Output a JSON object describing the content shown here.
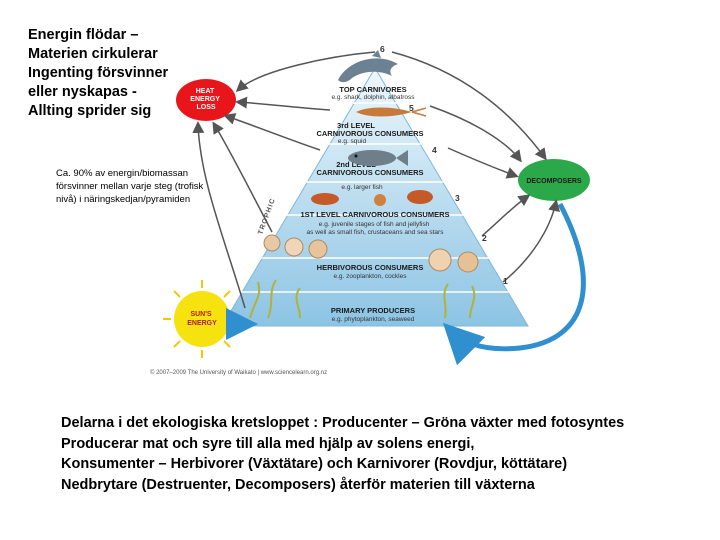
{
  "heading": "Energin flödar –\nMaterien cirkulerar\nIngenting försvinner\neller nyskapas -\nAllting sprider sig",
  "note": "Ca. 90% av energin/biomassan\nförsvinner mellan varje steg (trofisk\nnivå) i näringskedjan/pyramiden",
  "diagram": {
    "heat_loss": "HEAT\nENERGY\nLOSS",
    "decomposers": "DECOMPOSERS",
    "sun": "SUN'S\nENERGY",
    "trophic": "TROPHIC",
    "copyright": "© 2007–2009 The University of Waikato | www.sciencelearn.org.nz",
    "numbers": [
      "6",
      "5",
      "4",
      "3",
      "2",
      "1"
    ],
    "levels": [
      {
        "title": "TOP CARNIVORES",
        "example": "e.g. shark, dolphin, albatross"
      },
      {
        "title": "3rd LEVEL\nCARNIVOROUS CONSUMERS",
        "example": "e.g. squid"
      },
      {
        "title": "2nd LEVEL\nCARNIVOROUS CONSUMERS",
        "example": "e.g. larger fish"
      },
      {
        "title": "1ST LEVEL CARNIVOROUS CONSUMERS",
        "example": "e.g. juvenile stages of fish and jellyfish\nas well as small fish, crustaceans and sea stars"
      },
      {
        "title": "HERBIVOROUS CONSUMERS",
        "example": "e.g. zooplankton, cockles"
      },
      {
        "title": "PRIMARY PRODUCERS",
        "example": "e.g. phytoplankton, seaweed"
      }
    ],
    "colors": {
      "heat": "#e8161b",
      "decomposers": "#2aa84a",
      "sun": "#f6e20f",
      "pyramid_top": "#e9f4fb",
      "pyramid_bottom": "#8fc6e6"
    }
  },
  "bottom_lines": [
    "Delarna i det ekologiska kretsloppet : Producenter – Gröna växter med fotosyntes",
    "Producerar mat och syre till alla med hjälp av solens energi,",
    "Konsumenter – Herbivorer (Växtätare) och Karnivorer (Rovdjur, köttätare)",
    "Nedbrytare (Destruenter, Decomposers) återför materien till växterna"
  ]
}
